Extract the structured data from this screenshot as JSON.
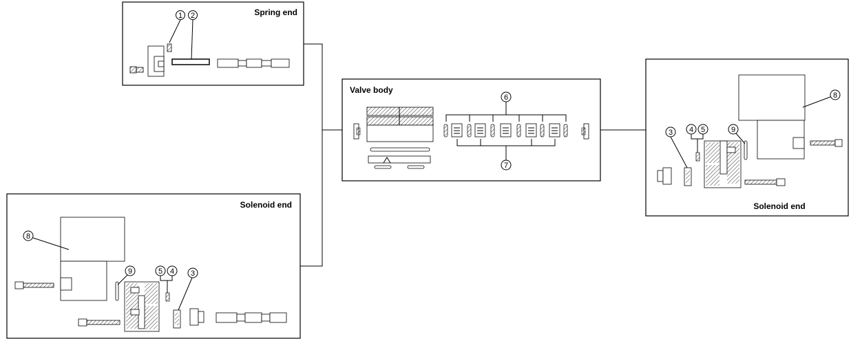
{
  "panels": {
    "spring_end": {
      "title": "Spring end"
    },
    "valve_body": {
      "title": "Valve body"
    },
    "solenoid_end_right": {
      "title": "Solenoid end"
    },
    "solenoid_end_left": {
      "title": "Solenoid end"
    }
  },
  "callouts": {
    "spring_end": [
      "1",
      "2"
    ],
    "valve_body": [
      "6",
      "7"
    ],
    "solenoid_right": [
      "3",
      "4",
      "5",
      "9",
      "8"
    ],
    "solenoid_left": [
      "8",
      "9",
      "5",
      "4",
      "3"
    ]
  },
  "colors": {
    "stroke": "#000000",
    "background": "#ffffff"
  }
}
